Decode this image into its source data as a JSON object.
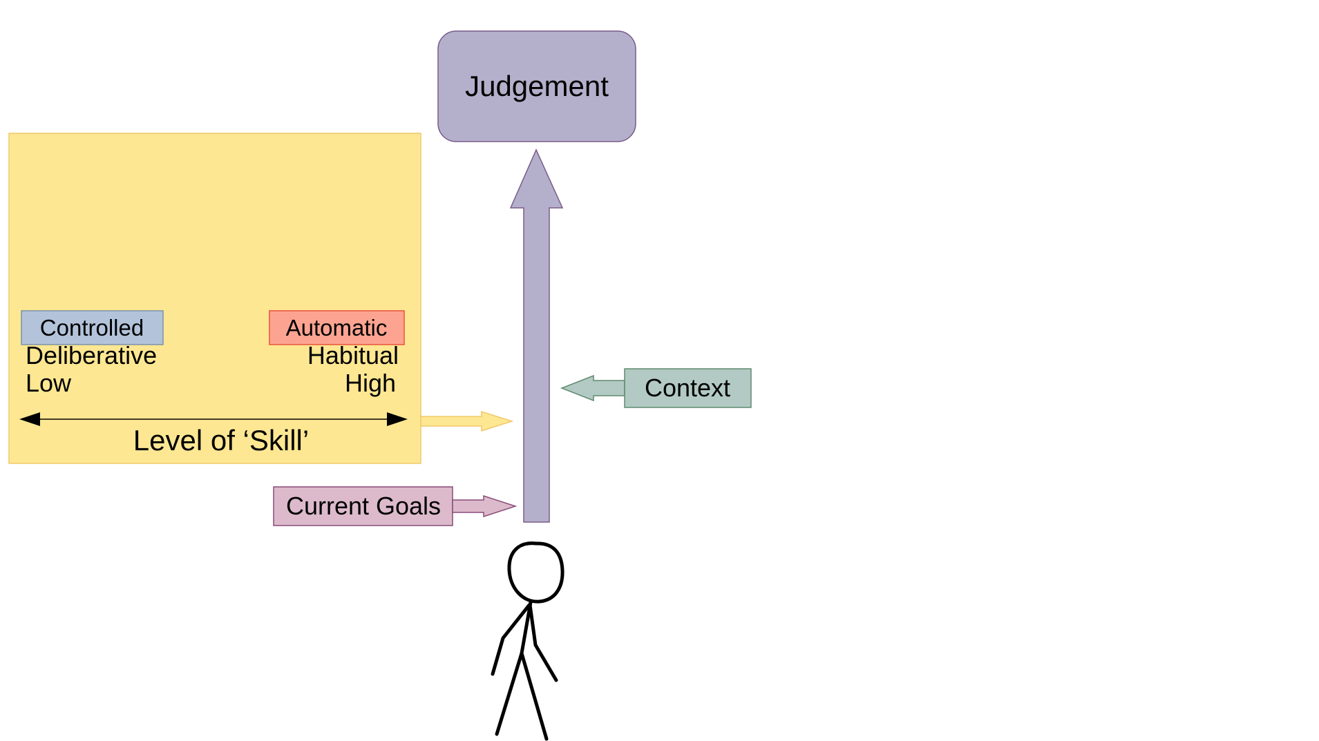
{
  "judgement": {
    "label": "Judgement"
  },
  "skill_panel": {
    "controlled_label": "Controlled",
    "automatic_label": "Automatic",
    "left_descriptor": "Deliberative",
    "left_level": "Low",
    "right_descriptor": "Habitual",
    "right_level": "High",
    "axis_label": "Level of ‘Skill’"
  },
  "context": {
    "label": "Context"
  },
  "current_goals": {
    "label": "Current Goals"
  },
  "colors": {
    "panel_fill": "#fee792",
    "panel_stroke": "#f0c868",
    "judgement_fill": "#b4b0cb",
    "judgement_stroke": "#7a5a8a",
    "controlled_fill": "#b2c3da",
    "controlled_stroke": "#7d92a8",
    "automatic_fill": "#fca491",
    "automatic_stroke": "#e8533a",
    "context_fill": "#b2cac3",
    "context_stroke": "#5f8a70",
    "goals_fill": "#dcbacb",
    "goals_stroke": "#8a4a78"
  }
}
